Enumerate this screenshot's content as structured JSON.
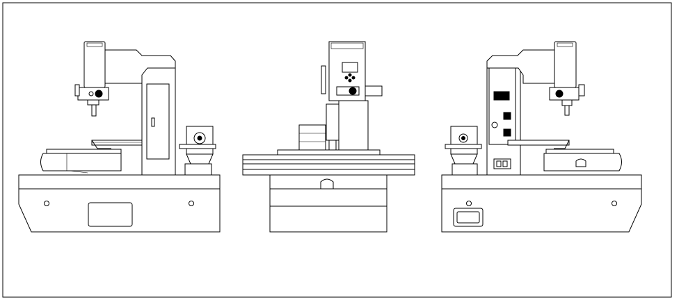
{
  "sheet": {
    "title": "",
    "views": [
      "left-side-view",
      "front-view",
      "right-side-view"
    ]
  },
  "colors": {
    "background": "#ffffff",
    "line": "#000000"
  }
}
